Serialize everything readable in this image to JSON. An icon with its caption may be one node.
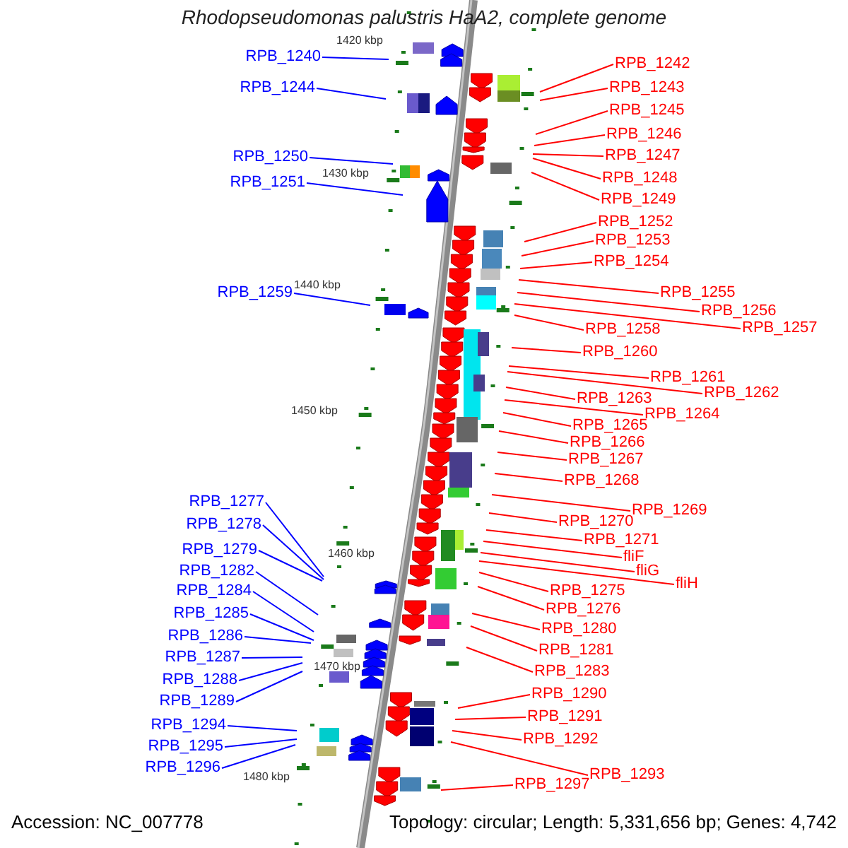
{
  "diagram": {
    "title": "Rhodopseudomonas palustris HaA2, complete genome",
    "nodes": [
      {
        "text": [
          "RPB_1240"
        ]
      },
      {
        "text": [
          "RPB_1244"
        ]
      },
      {
        "text": [
          "RPB_1250"
        ]
      },
      {
        "text": [
          "RPB_1251"
        ]
      },
      {
        "text": [
          "RPB_1259"
        ]
      },
      {
        "text": [
          "RPB_1277"
        ]
      },
      {
        "text": [
          "RPB_1278"
        ]
      },
      {
        "text": [
          "RPB_1279"
        ]
      },
      {
        "text": [
          "RPB_1282"
        ]
      },
      {
        "text": [
          "RPB_1284"
        ]
      },
      {
        "text": [
          "RPB_1285"
        ]
      },
      {
        "text": [
          "RPB_1286"
        ]
      },
      {
        "text": [
          "RPB_1287"
        ]
      },
      {
        "text": [
          "RPB_1288"
        ]
      },
      {
        "text": [
          "RPB_1289"
        ]
      },
      {
        "text": [
          "RPB_1294"
        ]
      },
      {
        "text": [
          "RPB_1295"
        ]
      },
      {
        "text": [
          "RPB_1296"
        ]
      },
      {
        "text": [
          "RPB_1242"
        ]
      },
      {
        "text": [
          "RPB_1243"
        ]
      },
      {
        "text": [
          "RPB_1245"
        ]
      },
      {
        "text": [
          "RPB_1246"
        ]
      },
      {
        "text": [
          "RPB_1247"
        ]
      },
      {
        "text": [
          "RPB_1248"
        ]
      },
      {
        "text": [
          "RPB_1249"
        ]
      },
      {
        "text": [
          "RPB_1252"
        ]
      },
      {
        "text": [
          "RPB_1253"
        ]
      },
      {
        "text": [
          "RPB_1254"
        ]
      },
      {
        "text": [
          "RPB_1255"
        ]
      },
      {
        "text": [
          "RPB_1256"
        ]
      },
      {
        "text": [
          "RPB_1257"
        ]
      },
      {
        "text": [
          "RPB_1258"
        ]
      },
      {
        "text": [
          "RPB_1260"
        ]
      },
      {
        "text": [
          "RPB_1261"
        ]
      },
      {
        "text": [
          "RPB_1262"
        ]
      },
      {
        "text": [
          "RPB_1263"
        ]
      },
      {
        "text": [
          "RPB_1264"
        ]
      },
      {
        "text": [
          "RPB_1265"
        ]
      },
      {
        "text": [
          "RPB_1266"
        ]
      },
      {
        "text": [
          "RPB_1267"
        ]
      },
      {
        "text": [
          "RPB_1268"
        ]
      },
      {
        "text": [
          "RPB_1269"
        ]
      },
      {
        "text": [
          "RPB_1270"
        ]
      },
      {
        "text": [
          "RPB_1271"
        ]
      },
      {
        "text": [
          "fliF"
        ]
      },
      {
        "text": [
          "fliG"
        ]
      },
      {
        "text": [
          "fliH"
        ]
      },
      {
        "text": [
          "RPB_1275"
        ]
      },
      {
        "text": [
          "RPB_1276"
        ]
      },
      {
        "text": [
          "RPB_1280"
        ]
      },
      {
        "text": [
          "RPB_1281"
        ]
      },
      {
        "text": [
          "RPB_1283"
        ]
      },
      {
        "text": [
          "RPB_1290"
        ]
      },
      {
        "text": [
          "RPB_1291"
        ]
      },
      {
        "text": [
          "RPB_1292"
        ]
      },
      {
        "text": [
          "RPB_1293"
        ]
      },
      {
        "text": [
          "RPB_1297"
        ]
      }
    ],
    "edges": [
      {
        "from": 0,
        "to": null,
        "arrow": "none",
        "color": "#0000ff"
      },
      {
        "from": 1,
        "to": null,
        "arrow": "none",
        "color": "#0000ff"
      },
      {
        "from": 2,
        "to": null,
        "arrow": "none",
        "color": "#0000ff"
      },
      {
        "from": 3,
        "to": null,
        "arrow": "none",
        "color": "#0000ff"
      },
      {
        "from": 4,
        "to": null,
        "arrow": "none",
        "color": "#0000ff"
      },
      {
        "from": 5,
        "to": null,
        "arrow": "none",
        "color": "#0000ff"
      },
      {
        "from": 6,
        "to": null,
        "arrow": "none",
        "color": "#0000ff"
      },
      {
        "from": 7,
        "to": null,
        "arrow": "none",
        "color": "#0000ff"
      },
      {
        "from": 8,
        "to": null,
        "arrow": "none",
        "color": "#0000ff"
      },
      {
        "from": 9,
        "to": null,
        "arrow": "none",
        "color": "#0000ff"
      },
      {
        "from": 10,
        "to": null,
        "arrow": "none",
        "color": "#0000ff"
      },
      {
        "from": 11,
        "to": null,
        "arrow": "none",
        "color": "#0000ff"
      },
      {
        "from": 12,
        "to": null,
        "arrow": "none",
        "color": "#0000ff"
      },
      {
        "from": 13,
        "to": null,
        "arrow": "none",
        "color": "#0000ff"
      },
      {
        "from": 14,
        "to": null,
        "arrow": "none",
        "color": "#0000ff"
      },
      {
        "from": 15,
        "to": null,
        "arrow": "none",
        "color": "#0000ff"
      },
      {
        "from": 16,
        "to": null,
        "arrow": "none",
        "color": "#0000ff"
      },
      {
        "from": 17,
        "to": null,
        "arrow": "none",
        "color": "#0000ff"
      },
      {
        "from": 18,
        "to": null,
        "arrow": "none"
      },
      {
        "from": 19,
        "to": null,
        "arrow": "none"
      },
      {
        "from": 20,
        "to": null,
        "arrow": "none"
      },
      {
        "from": 21,
        "to": null,
        "arrow": "none"
      },
      {
        "from": 22,
        "to": null,
        "arrow": "none"
      },
      {
        "from": 23,
        "to": null,
        "arrow": "none"
      },
      {
        "from": 24,
        "to": null,
        "arrow": "none"
      },
      {
        "from": 25,
        "to": null,
        "arrow": "none"
      },
      {
        "from": 26,
        "to": null,
        "arrow": "none"
      },
      {
        "from": 27,
        "to": null,
        "arrow": "none"
      },
      {
        "from": 28,
        "to": null,
        "arrow": "none"
      },
      {
        "from": 29,
        "to": null,
        "arrow": "none"
      },
      {
        "from": 30,
        "to": null,
        "arrow": "none"
      },
      {
        "from": 31,
        "to": null,
        "arrow": "none"
      },
      {
        "from": 32,
        "to": null,
        "arrow": "none"
      },
      {
        "from": 33,
        "to": null,
        "arrow": "none"
      },
      {
        "from": 34,
        "to": null,
        "arrow": "none"
      },
      {
        "from": 35,
        "to": null,
        "arrow": "none"
      },
      {
        "from": 36,
        "to": null,
        "arrow": "none"
      },
      {
        "from": 37,
        "to": null,
        "arrow": "none"
      },
      {
        "from": 38,
        "to": null,
        "arrow": "none"
      },
      {
        "from": 39,
        "to": null,
        "arrow": "none"
      },
      {
        "from": 40,
        "to": null,
        "arrow": "none"
      },
      {
        "from": 41,
        "to": null,
        "arrow": "none"
      },
      {
        "from": 42,
        "to": null,
        "arrow": "none"
      },
      {
        "from": 43,
        "to": null,
        "arrow": "none"
      },
      {
        "from": 44,
        "to": null,
        "arrow": "none"
      },
      {
        "from": 45,
        "to": null,
        "arrow": "none"
      },
      {
        "from": 46,
        "to": null,
        "arrow": "none"
      },
      {
        "from": 47,
        "to": null,
        "arrow": "none"
      },
      {
        "from": 48,
        "to": null,
        "arrow": "none"
      },
      {
        "from": 49,
        "to": null,
        "arrow": "none"
      },
      {
        "from": 50,
        "to": null,
        "arrow": "none"
      },
      {
        "from": 51,
        "to": null,
        "arrow": "none"
      },
      {
        "from": 52,
        "to": null,
        "arrow": "none"
      },
      {
        "from": 53,
        "to": null,
        "arrow": "none"
      },
      {
        "from": 54,
        "to": null,
        "arrow": "none"
      },
      {
        "from": 55,
        "to": null,
        "arrow": "none"
      },
      {
        "from": 56,
        "to": null,
        "arrow": "none"
      }
    ],
    "labels": [
      "1420 kbp",
      "1430 kbp",
      "1440 kbp",
      "1450 kbp",
      "1460 kbp",
      "1470 kbp",
      "1480 kbp",
      "Accession: NC_007778",
      "Topology: circular; Length: 5,331,656 bp; Genes: 4,742"
    ]
  }
}
